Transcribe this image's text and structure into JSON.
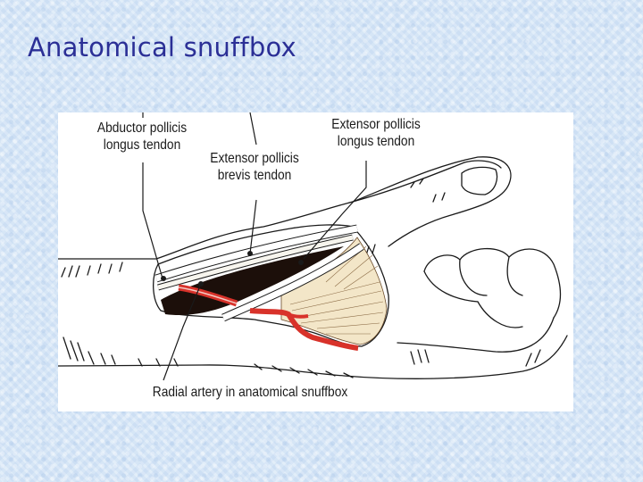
{
  "slide": {
    "title": "Anatomical snuffbox"
  },
  "figure": {
    "labels": {
      "abductor_line1": "Abductor pollicis",
      "abductor_line2": "longus tendon",
      "epb_line1": "Extensor pollicis",
      "epb_line2": "brevis tendon",
      "epl_line1": "Extensor pollicis",
      "epl_line2": "longus tendon",
      "radial_artery": "Radial artery in anatomical snuffbox"
    },
    "colors": {
      "title": "#2b2f96",
      "artery": "#d8322a",
      "cavity": "#1c0f0a",
      "muscle": "#f3e6c8",
      "background": "#d6e6f7"
    }
  }
}
